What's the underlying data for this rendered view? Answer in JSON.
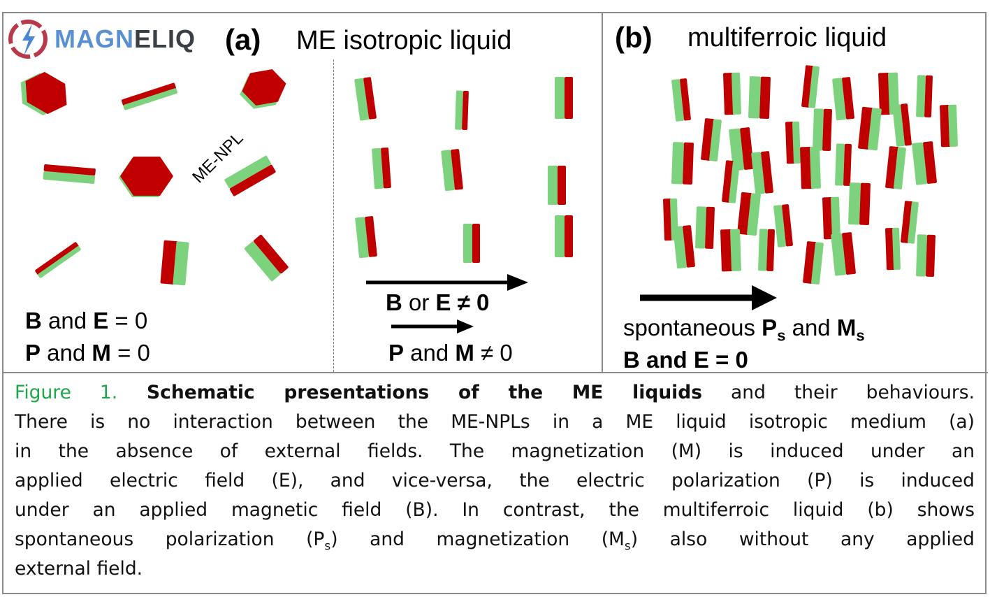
{
  "logo": {
    "text_a": "MAGN",
    "text_b": "ELI",
    "text_c": "Q"
  },
  "panel_a": {
    "label": "(a)",
    "title": "ME isotropic liquid",
    "particle_label": "ME-NPL",
    "left_state": {
      "l1_b": "B",
      "l1_t": " and ",
      "l1_e": "E",
      "l1_r": " = 0",
      "l2_p": "P",
      "l2_t": " and ",
      "l2_m": "M",
      "l2_r": " = 0"
    },
    "right_state": {
      "l1_b": "B",
      "l1_t": " or ",
      "l1_e": "E",
      "l1_r": " ≠ 0",
      "l2_p": "P",
      "l2_t": " and ",
      "l2_m": "M",
      "l2_r": " ≠ 0"
    }
  },
  "panel_b": {
    "label": "(b)",
    "title": "multiferroic liquid",
    "state": {
      "l1_t": "spontaneous ",
      "l1_p": "P",
      "l1_ps": "s",
      "l1_and": " and ",
      "l1_m": "M",
      "l1_ms": "s",
      "l2": "B and E = 0"
    }
  },
  "colors": {
    "platelet_red": "#c00000",
    "platelet_green": "#7dd37d",
    "figure_label": "#1fa64a"
  },
  "caption": {
    "figure_label": "Figure 1.",
    "bold_title": " Schematic presentations of the ME liquids",
    "l1_rest": " and their behaviours.",
    "l2": "There is no interaction between the ME-NPLs in a ME liquid isotropic medium (a)",
    "l3": "in the absence of external fields. The magnetization (M) is induced under an",
    "l4": "applied electric field (E), and vice-versa, the electric polarization (P) is induced",
    "l5": "under an applied magnetic field (B). In contrast, the multiferroic liquid (b) shows",
    "l6a": "spontaneous polarization (P",
    "l6s1": "s",
    "l6b": ") and magnetization (M",
    "l6s2": "s",
    "l6c": ") also without any applied",
    "l7": "external field."
  }
}
